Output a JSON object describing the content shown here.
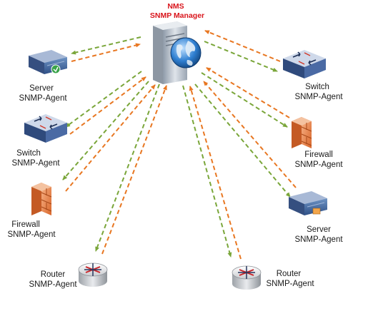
{
  "manager": {
    "title": "NMS",
    "subtitle": "SNMP Manager",
    "icon": "server-globe-icon"
  },
  "agents": [
    {
      "key": "server-left",
      "icon": "server-icon",
      "line1": "Server",
      "line2": "SNMP-Agent"
    },
    {
      "key": "switch-left",
      "icon": "switch-icon",
      "line1": "Switch",
      "line2": "SNMP-Agent"
    },
    {
      "key": "firewall-left",
      "icon": "firewall-icon",
      "line1": "Firewall",
      "line2": "SNMP-Agent"
    },
    {
      "key": "router-left",
      "icon": "router-icon",
      "line1": "Router",
      "line2": "SNMP-Agent"
    },
    {
      "key": "router-right",
      "icon": "router-icon",
      "line1": "Router",
      "line2": "SNMP-Agent"
    },
    {
      "key": "server-right",
      "icon": "server-icon",
      "line1": "Server",
      "line2": "SNMP-Agent"
    },
    {
      "key": "firewall-right",
      "icon": "firewall-icon",
      "line1": "Firewall",
      "line2": "SNMP-Agent"
    },
    {
      "key": "switch-right",
      "icon": "switch-icon",
      "line1": "Switch",
      "line2": "SNMP-Agent"
    }
  ],
  "colors": {
    "request_arrow": "#e87722",
    "response_arrow": "#7aa63a",
    "manager_label": "#d9141b"
  }
}
